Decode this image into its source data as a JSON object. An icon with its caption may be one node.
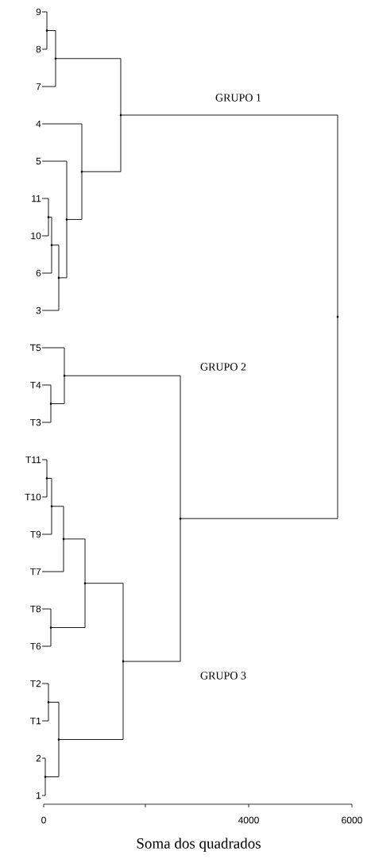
{
  "diagram": {
    "nodes": [
      {
        "text": [
          "9"
        ]
      },
      {
        "text": [
          "8"
        ]
      },
      {
        "text": [
          "7"
        ]
      },
      {
        "text": [
          "4"
        ]
      },
      {
        "text": [
          "5"
        ]
      },
      {
        "text": [
          "11"
        ]
      },
      {
        "text": [
          "10"
        ]
      },
      {
        "text": [
          "6"
        ]
      },
      {
        "text": [
          "3"
        ]
      },
      {
        "text": [
          "T5"
        ]
      },
      {
        "text": [
          "T4"
        ]
      },
      {
        "text": [
          "T3"
        ]
      },
      {
        "text": [
          "T11"
        ]
      },
      {
        "text": [
          "T10"
        ]
      },
      {
        "text": [
          "T9"
        ]
      },
      {
        "text": [
          "T7"
        ]
      },
      {
        "text": [
          "T8"
        ]
      },
      {
        "text": [
          "T6"
        ]
      },
      {
        "text": [
          "T2"
        ]
      },
      {
        "text": [
          "T1"
        ]
      },
      {
        "text": [
          "2"
        ]
      },
      {
        "text": [
          "1"
        ]
      },
      {
        "text": [],
        "shape": "point"
      },
      {
        "text": [],
        "shape": "point"
      },
      {
        "text": [],
        "shape": "point"
      },
      {
        "text": [],
        "shape": "point"
      },
      {
        "text": [],
        "shape": "point"
      },
      {
        "text": [],
        "shape": "point"
      },
      {
        "text": [],
        "shape": "point"
      },
      {
        "text": [],
        "shape": "point"
      },
      {
        "text": [],
        "shape": "point"
      },
      {
        "text": [],
        "shape": "point"
      },
      {
        "text": [],
        "shape": "point"
      },
      {
        "text": [],
        "shape": "point"
      },
      {
        "text": [],
        "shape": "point"
      },
      {
        "text": [],
        "shape": "point"
      },
      {
        "text": [],
        "shape": "point"
      },
      {
        "text": [],
        "shape": "point"
      },
      {
        "text": [],
        "shape": "point"
      },
      {
        "text": [],
        "shape": "point"
      },
      {
        "text": [],
        "shape": "point"
      },
      {
        "text": [],
        "shape": "point"
      },
      {
        "text": [],
        "shape": "point"
      }
    ],
    "edges": [
      {
        "from": 0,
        "to": 22,
        "arrow": "none"
      },
      {
        "from": 1,
        "to": 22,
        "arrow": "none"
      },
      {
        "from": 22,
        "to": 23,
        "arrow": "none"
      },
      {
        "from": 2,
        "to": 23,
        "arrow": "none"
      },
      {
        "from": 5,
        "to": 24,
        "arrow": "none"
      },
      {
        "from": 6,
        "to": 24,
        "arrow": "none"
      },
      {
        "from": 24,
        "to": 25,
        "arrow": "none"
      },
      {
        "from": 7,
        "to": 25,
        "arrow": "none"
      },
      {
        "from": 25,
        "to": 26,
        "arrow": "none"
      },
      {
        "from": 8,
        "to": 26,
        "arrow": "none"
      },
      {
        "from": 4,
        "to": 27,
        "arrow": "none"
      },
      {
        "from": 26,
        "to": 27,
        "arrow": "none"
      },
      {
        "from": 3,
        "to": 28,
        "arrow": "none"
      },
      {
        "from": 27,
        "to": 28,
        "arrow": "none"
      },
      {
        "from": 23,
        "to": 29,
        "arrow": "none"
      },
      {
        "from": 28,
        "to": 29,
        "arrow": "none"
      },
      {
        "from": 10,
        "to": 30,
        "arrow": "none"
      },
      {
        "from": 11,
        "to": 30,
        "arrow": "none"
      },
      {
        "from": 9,
        "to": 31,
        "arrow": "none"
      },
      {
        "from": 30,
        "to": 31,
        "arrow": "none"
      },
      {
        "from": 12,
        "to": 32,
        "arrow": "none"
      },
      {
        "from": 13,
        "to": 32,
        "arrow": "none"
      },
      {
        "from": 32,
        "to": 33,
        "arrow": "none"
      },
      {
        "from": 14,
        "to": 33,
        "arrow": "none"
      },
      {
        "from": 33,
        "to": 34,
        "arrow": "none"
      },
      {
        "from": 15,
        "to": 34,
        "arrow": "none"
      },
      {
        "from": 16,
        "to": 35,
        "arrow": "none"
      },
      {
        "from": 17,
        "to": 35,
        "arrow": "none"
      },
      {
        "from": 34,
        "to": 36,
        "arrow": "none"
      },
      {
        "from": 35,
        "to": 36,
        "arrow": "none"
      },
      {
        "from": 18,
        "to": 37,
        "arrow": "none"
      },
      {
        "from": 19,
        "to": 37,
        "arrow": "none"
      },
      {
        "from": 20,
        "to": 38,
        "arrow": "none"
      },
      {
        "from": 21,
        "to": 38,
        "arrow": "none"
      },
      {
        "from": 37,
        "to": 39,
        "arrow": "none"
      },
      {
        "from": 38,
        "to": 39,
        "arrow": "none"
      },
      {
        "from": 36,
        "to": 40,
        "arrow": "none"
      },
      {
        "from": 39,
        "to": 40,
        "arrow": "none"
      },
      {
        "from": 31,
        "to": 41,
        "arrow": "none"
      },
      {
        "from": 40,
        "to": 41,
        "arrow": "none"
      },
      {
        "from": 29,
        "to": 42,
        "arrow": "none"
      },
      {
        "from": 41,
        "to": 42,
        "arrow": "none"
      }
    ],
    "labels": [
      "GRUPO 1",
      "GRUPO 2",
      "GRUPO 3",
      "0",
      "4000",
      "6000",
      "Soma dos quadrados"
    ]
  }
}
